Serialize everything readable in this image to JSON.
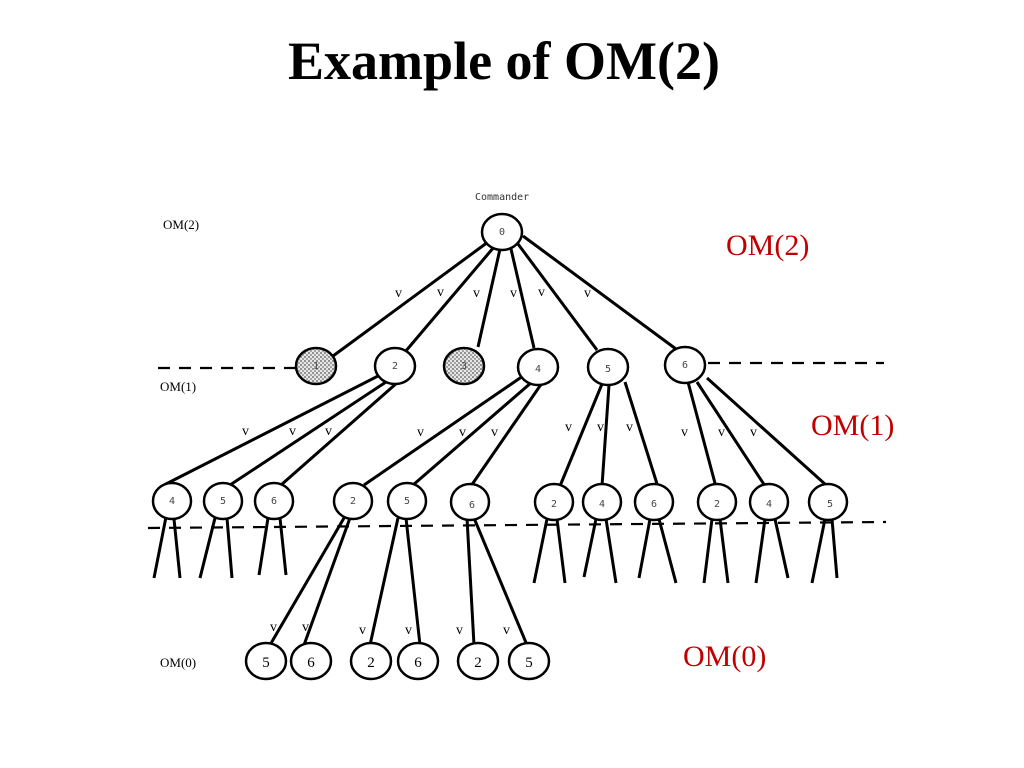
{
  "title": "Example of OM(2)",
  "commander_label": "Commander",
  "levels_small": [
    "OM(2)",
    "OM(1)",
    "OM(0)"
  ],
  "levels_big": [
    "OM(2)",
    "OM(1)",
    "OM(0)"
  ],
  "vote_symbol": "v",
  "colors": {
    "level_label": "#c00000",
    "faulty_pattern": "dotted-grey"
  },
  "tree": {
    "root": "0",
    "level1": [
      {
        "id": "1",
        "faulty": true
      },
      {
        "id": "2",
        "faulty": false
      },
      {
        "id": "3",
        "faulty": true
      },
      {
        "id": "4",
        "faulty": false
      },
      {
        "id": "5",
        "faulty": false
      },
      {
        "id": "6",
        "faulty": false
      }
    ],
    "level2_groups": [
      {
        "parent": "2",
        "children": [
          "4",
          "5",
          "6"
        ]
      },
      {
        "parent": "4",
        "children": [
          "2",
          "5",
          "6"
        ]
      },
      {
        "parent": "5",
        "children": [
          "2",
          "4",
          "6"
        ]
      },
      {
        "parent": "6",
        "children": [
          "2",
          "4",
          "5"
        ]
      }
    ],
    "level3": [
      "5",
      "6",
      "2",
      "6",
      "2",
      "5"
    ]
  }
}
